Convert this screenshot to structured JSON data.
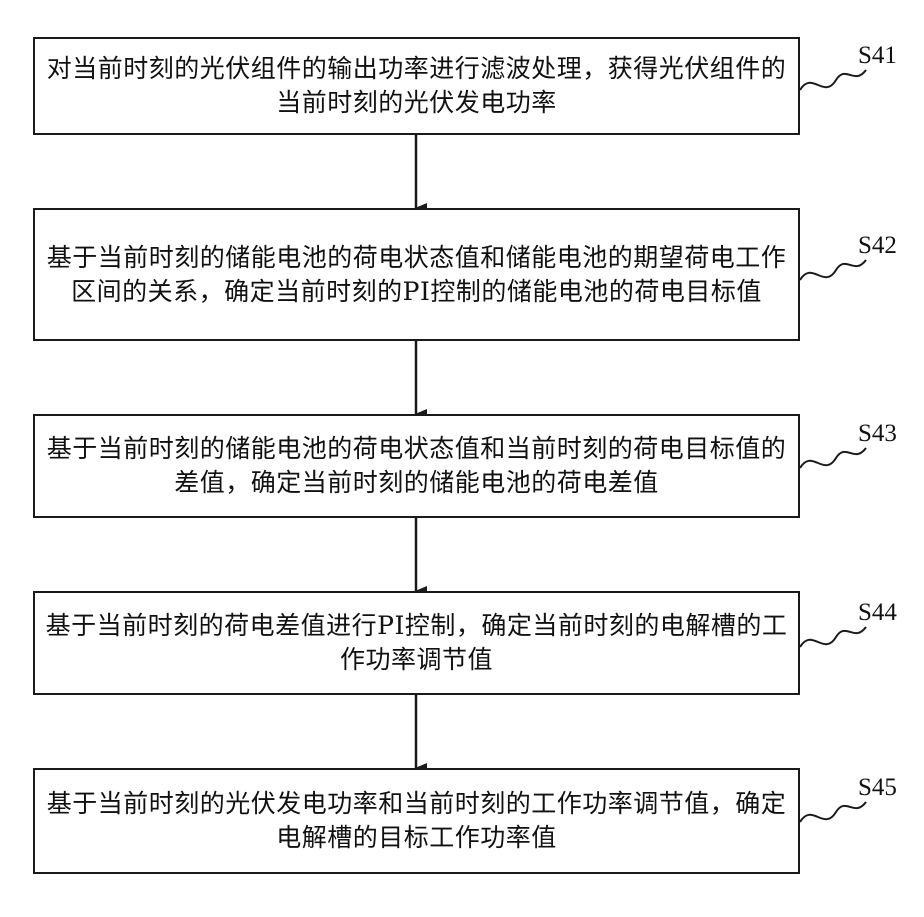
{
  "flowchart": {
    "steps": [
      {
        "label": "S41",
        "text": "对当前时刻的光伏组件的输出功率进行滤波处理，获得光伏组件的当前时刻的光伏发电功率"
      },
      {
        "label": "S42",
        "text": "基于当前时刻的储能电池的荷电状态值和储能电池的期望荷电工作区间的关系，确定当前时刻的PI控制的储能电池的荷电目标值"
      },
      {
        "label": "S43",
        "text": "基于当前时刻的储能电池的荷电状态值和当前时刻的荷电目标值的差值，确定当前时刻的储能电池的荷电差值"
      },
      {
        "label": "S44",
        "text": "基于当前时刻的荷电差值进行PI控制，确定当前时刻的电解槽的工作功率调节值"
      },
      {
        "label": "S45",
        "text": "基于当前时刻的光伏发电功率和当前时刻的工作功率调节值，确定电解槽的目标工作功率值"
      }
    ]
  }
}
